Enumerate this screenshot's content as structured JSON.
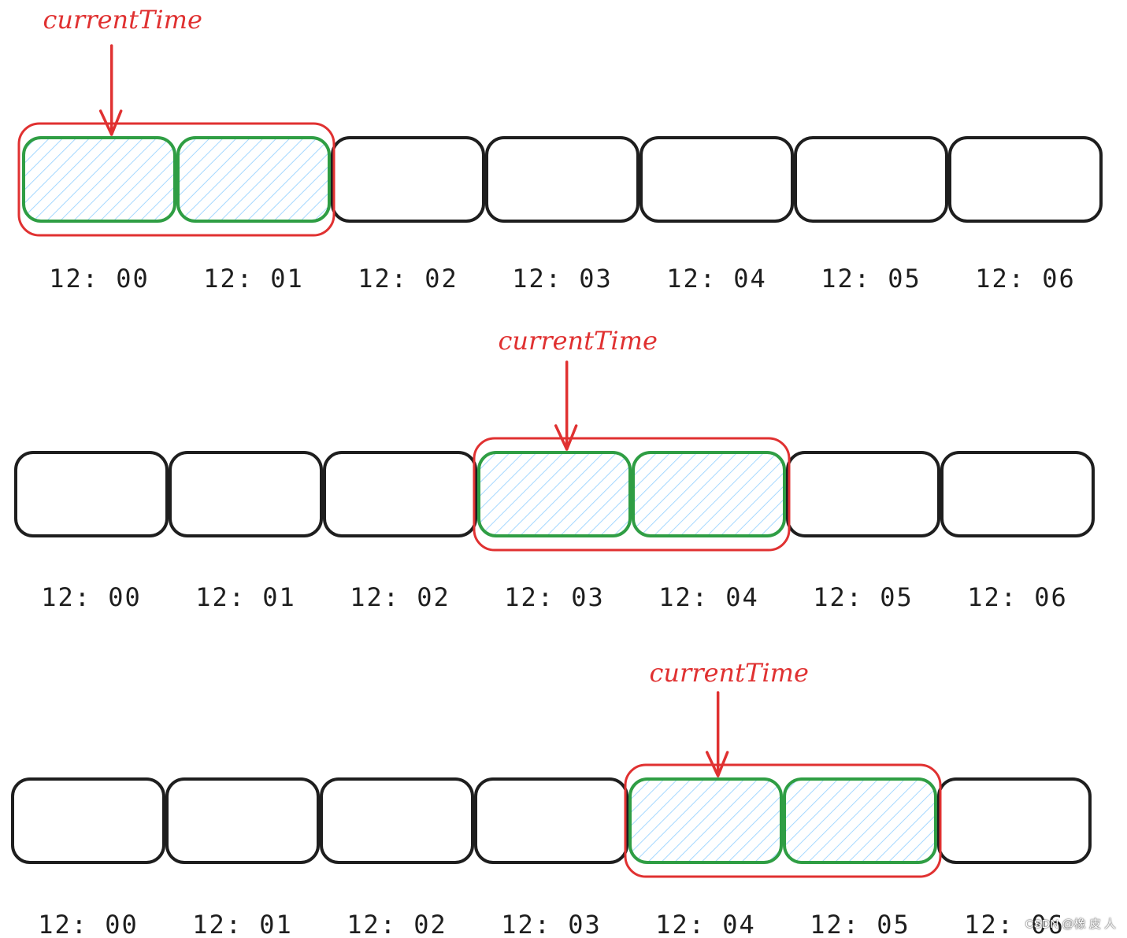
{
  "colors": {
    "cell_stroke": "#1e1e1e",
    "active_stroke": "#2f9e44",
    "active_hatch": "#a5d8ff",
    "window_stroke": "#e03131",
    "pointer": "#e03131"
  },
  "rows": [
    {
      "pointer_label": "currentTime",
      "active_cells": [
        0,
        1
      ],
      "labels": [
        "12: 00",
        "12: 01",
        "12: 02",
        "12: 03",
        "12: 04",
        "12: 05",
        "12: 06"
      ]
    },
    {
      "pointer_label": "currentTime",
      "active_cells": [
        3,
        4
      ],
      "labels": [
        "12: 00",
        "12: 01",
        "12: 02",
        "12: 03",
        "12: 04",
        "12: 05",
        "12: 06"
      ]
    },
    {
      "pointer_label": "currentTime",
      "active_cells": [
        4,
        5
      ],
      "labels": [
        "12: 00",
        "12: 01",
        "12: 02",
        "12: 03",
        "12: 04",
        "12: 05",
        "12: 06"
      ]
    }
  ],
  "watermark": "CSDN @橡 皮 人"
}
